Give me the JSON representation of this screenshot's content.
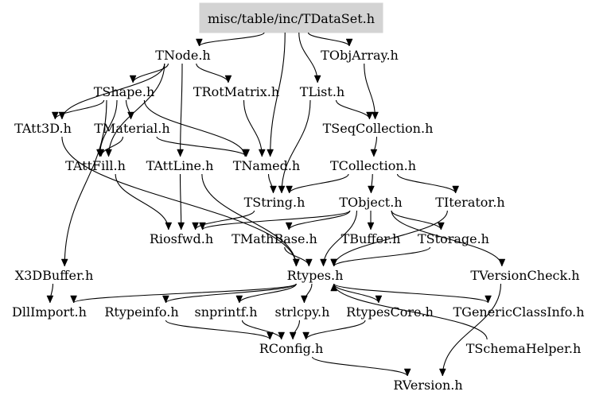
{
  "root": {
    "id": "root",
    "label": "misc/table/inc/TDataSet.h",
    "fill": "#d3d3d3"
  },
  "nodes": [
    {
      "id": "tnode",
      "label": "TNode.h"
    },
    {
      "id": "tobjarray",
      "label": "TObjArray.h"
    },
    {
      "id": "tshape",
      "label": "TShape.h"
    },
    {
      "id": "trotmatrix",
      "label": "TRotMatrix.h"
    },
    {
      "id": "tlist",
      "label": "TList.h"
    },
    {
      "id": "tatt3d",
      "label": "TAtt3D.h"
    },
    {
      "id": "tmaterial",
      "label": "TMaterial.h"
    },
    {
      "id": "tseqcollection",
      "label": "TSeqCollection.h"
    },
    {
      "id": "tattfill",
      "label": "TAttFill.h"
    },
    {
      "id": "tattline",
      "label": "TAttLine.h"
    },
    {
      "id": "tnamed",
      "label": "TNamed.h"
    },
    {
      "id": "tcollection",
      "label": "TCollection.h"
    },
    {
      "id": "tstring",
      "label": "TString.h"
    },
    {
      "id": "tobject",
      "label": "TObject.h"
    },
    {
      "id": "titerator",
      "label": "TIterator.h"
    },
    {
      "id": "riosfwd",
      "label": "Riosfwd.h"
    },
    {
      "id": "tmathbase",
      "label": "TMathBase.h"
    },
    {
      "id": "tbuffer",
      "label": "TBuffer.h"
    },
    {
      "id": "tstorage",
      "label": "TStorage.h"
    },
    {
      "id": "x3dbuffer",
      "label": "X3DBuffer.h"
    },
    {
      "id": "rtypes",
      "label": "Rtypes.h"
    },
    {
      "id": "tversioncheck",
      "label": "TVersionCheck.h"
    },
    {
      "id": "dllimport",
      "label": "DllImport.h"
    },
    {
      "id": "rtypeinfo",
      "label": "Rtypeinfo.h"
    },
    {
      "id": "snprintf",
      "label": "snprintf.h"
    },
    {
      "id": "strlcpy",
      "label": "strlcpy.h"
    },
    {
      "id": "rtypescore",
      "label": "RtypesCore.h"
    },
    {
      "id": "tgenericclassinfo",
      "label": "TGenericClassInfo.h"
    },
    {
      "id": "rconfig",
      "label": "RConfig.h"
    },
    {
      "id": "tschemahelper",
      "label": "TSchemaHelper.h"
    },
    {
      "id": "rversion",
      "label": "RVersion.h"
    }
  ],
  "edges": [
    {
      "from": "root",
      "to": "tnode"
    },
    {
      "from": "root",
      "to": "tobjarray"
    },
    {
      "from": "root",
      "to": "tlist"
    },
    {
      "from": "root",
      "to": "tnamed"
    },
    {
      "from": "tnode",
      "to": "tshape"
    },
    {
      "from": "tnode",
      "to": "trotmatrix"
    },
    {
      "from": "tnode",
      "to": "tatt3d"
    },
    {
      "from": "tnode",
      "to": "tattline"
    },
    {
      "from": "tnode",
      "to": "tattfill"
    },
    {
      "from": "tobjarray",
      "to": "tseqcollection"
    },
    {
      "from": "tshape",
      "to": "tatt3d"
    },
    {
      "from": "tshape",
      "to": "tmaterial"
    },
    {
      "from": "tshape",
      "to": "tattfill"
    },
    {
      "from": "tshape",
      "to": "tnamed"
    },
    {
      "from": "tshape",
      "to": "x3dbuffer"
    },
    {
      "from": "trotmatrix",
      "to": "tnamed"
    },
    {
      "from": "tlist",
      "to": "tseqcollection"
    },
    {
      "from": "tlist",
      "to": "tstring"
    },
    {
      "from": "tatt3d",
      "to": "rtypes"
    },
    {
      "from": "tmaterial",
      "to": "tattfill"
    },
    {
      "from": "tmaterial",
      "to": "tnamed"
    },
    {
      "from": "tseqcollection",
      "to": "tcollection"
    },
    {
      "from": "tattfill",
      "to": "riosfwd"
    },
    {
      "from": "tattline",
      "to": "riosfwd"
    },
    {
      "from": "tattline",
      "to": "rtypes"
    },
    {
      "from": "tnamed",
      "to": "tstring"
    },
    {
      "from": "tcollection",
      "to": "tobject"
    },
    {
      "from": "tcollection",
      "to": "titerator"
    },
    {
      "from": "tcollection",
      "to": "tstring"
    },
    {
      "from": "tstring",
      "to": "riosfwd"
    },
    {
      "from": "tobject",
      "to": "riosfwd"
    },
    {
      "from": "tobject",
      "to": "tmathbase"
    },
    {
      "from": "tobject",
      "to": "tbuffer"
    },
    {
      "from": "tobject",
      "to": "tstorage"
    },
    {
      "from": "tobject",
      "to": "rtypes"
    },
    {
      "from": "tobject",
      "to": "tversioncheck"
    },
    {
      "from": "titerator",
      "to": "rtypes"
    },
    {
      "from": "tmathbase",
      "to": "rtypes"
    },
    {
      "from": "tstorage",
      "to": "rtypes"
    },
    {
      "from": "x3dbuffer",
      "to": "dllimport"
    },
    {
      "from": "rtypes",
      "to": "dllimport"
    },
    {
      "from": "rtypes",
      "to": "rtypeinfo"
    },
    {
      "from": "rtypes",
      "to": "snprintf"
    },
    {
      "from": "rtypes",
      "to": "strlcpy"
    },
    {
      "from": "rtypes",
      "to": "rtypescore"
    },
    {
      "from": "rtypes",
      "to": "tgenericclassinfo"
    },
    {
      "from": "tversioncheck",
      "to": "rversion"
    },
    {
      "from": "rtypeinfo",
      "to": "rconfig"
    },
    {
      "from": "snprintf",
      "to": "rconfig"
    },
    {
      "from": "strlcpy",
      "to": "rconfig"
    },
    {
      "from": "rtypescore",
      "to": "rconfig"
    },
    {
      "from": "tschemahelper",
      "to": "rtypes"
    },
    {
      "from": "rconfig",
      "to": "rversion"
    }
  ]
}
